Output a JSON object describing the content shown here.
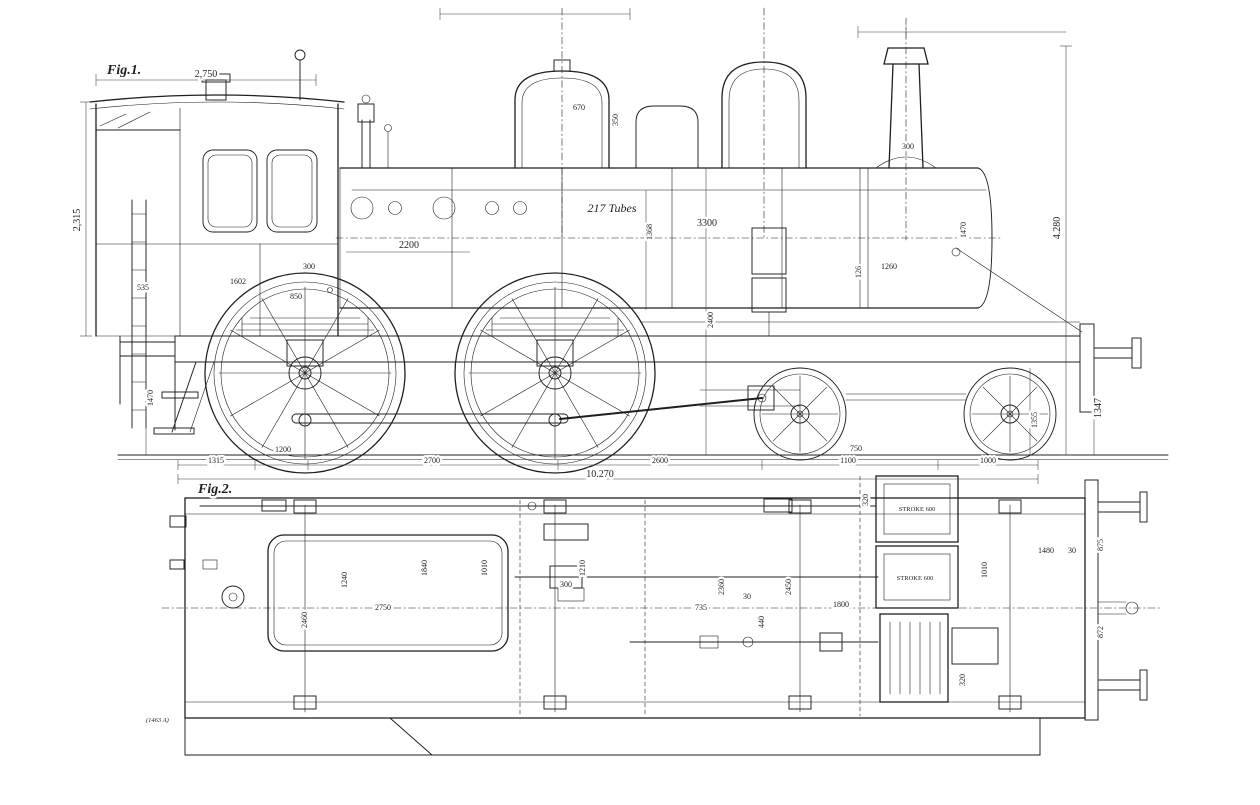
{
  "fig1": {
    "label": "Fig.1.",
    "tubes_note": "217 Tubes",
    "dims": {
      "d2750": "2,750",
      "d2315": "2,315",
      "d535": "535",
      "d1602": "1602",
      "d850": "850",
      "d300_frame": "300",
      "d2200": "2200",
      "d3300": "3300",
      "d1368": "1368",
      "d350": "350",
      "d670": "670",
      "d300_chimney": "300",
      "d1470_boiler": "1470",
      "d126": "126",
      "d1260": "1260",
      "d4280": "4.280",
      "d2400": "2400",
      "d1347": "1347",
      "d1355": "1355",
      "d750": "750",
      "d1470_left": "1470",
      "chain": [
        "1315",
        "1200",
        "2700",
        "2600",
        "1100",
        "1000"
      ],
      "total": "10.270"
    }
  },
  "fig2": {
    "label": "Fig.2.",
    "dims": {
      "d2460": "2460",
      "d1240": "1240",
      "d1840": "1840",
      "d1010_tank": "1010",
      "d2750": "2750",
      "d300": "300",
      "d1210": "1210",
      "d2360": "2360",
      "d735": "735",
      "d30_a": "30",
      "d440": "440",
      "d2450": "2450",
      "d1800": "1800",
      "stroke_a": "STROKE 600",
      "stroke_b": "STROKE 600",
      "d320_top": "320",
      "d1010_axle": "1010",
      "d1480": "1480",
      "d30_b": "30",
      "d875": "875",
      "d872": "872",
      "d320_bottom": "320"
    }
  },
  "plate_mark": "(1463 A)",
  "colors": {
    "ink": "#1f1f1f",
    "paper": "#ffffff"
  }
}
